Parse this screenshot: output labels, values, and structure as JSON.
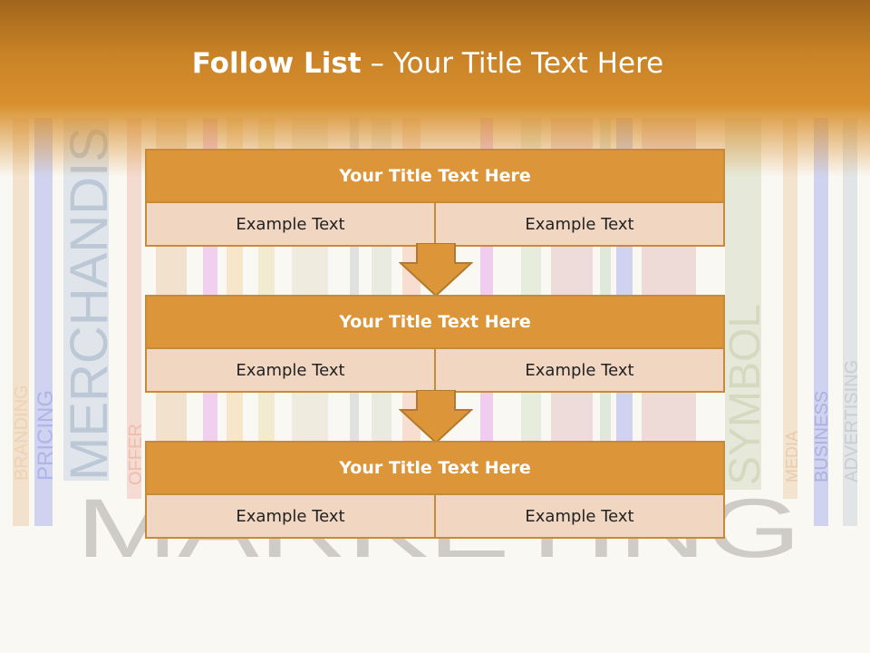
{
  "header": {
    "title_bold": "Follow List",
    "title_rest": " – Your Title Text Here"
  },
  "background_words": {
    "branding": "BRANDING",
    "pricing": "PRICING",
    "merchandis": "MERCHANDIS",
    "offer": "OFFER",
    "symbol": "SYMBOL",
    "media": "MEDIA",
    "business": "BUSINESS",
    "advertising": "ADVERTISING",
    "marketing": "MARKETING"
  },
  "blocks": [
    {
      "title": "Your Title Text Here",
      "left": "Example Text",
      "right": "Example Text"
    },
    {
      "title": "Your Title Text Here",
      "left": "Example Text",
      "right": "Example Text"
    },
    {
      "title": "Your Title Text Here",
      "left": "Example Text",
      "right": "Example Text"
    }
  ],
  "colors": {
    "header": "#c98226",
    "block_head": "#dc9538",
    "block_cell": "#f1d6c2",
    "border": "#c58a3a"
  }
}
